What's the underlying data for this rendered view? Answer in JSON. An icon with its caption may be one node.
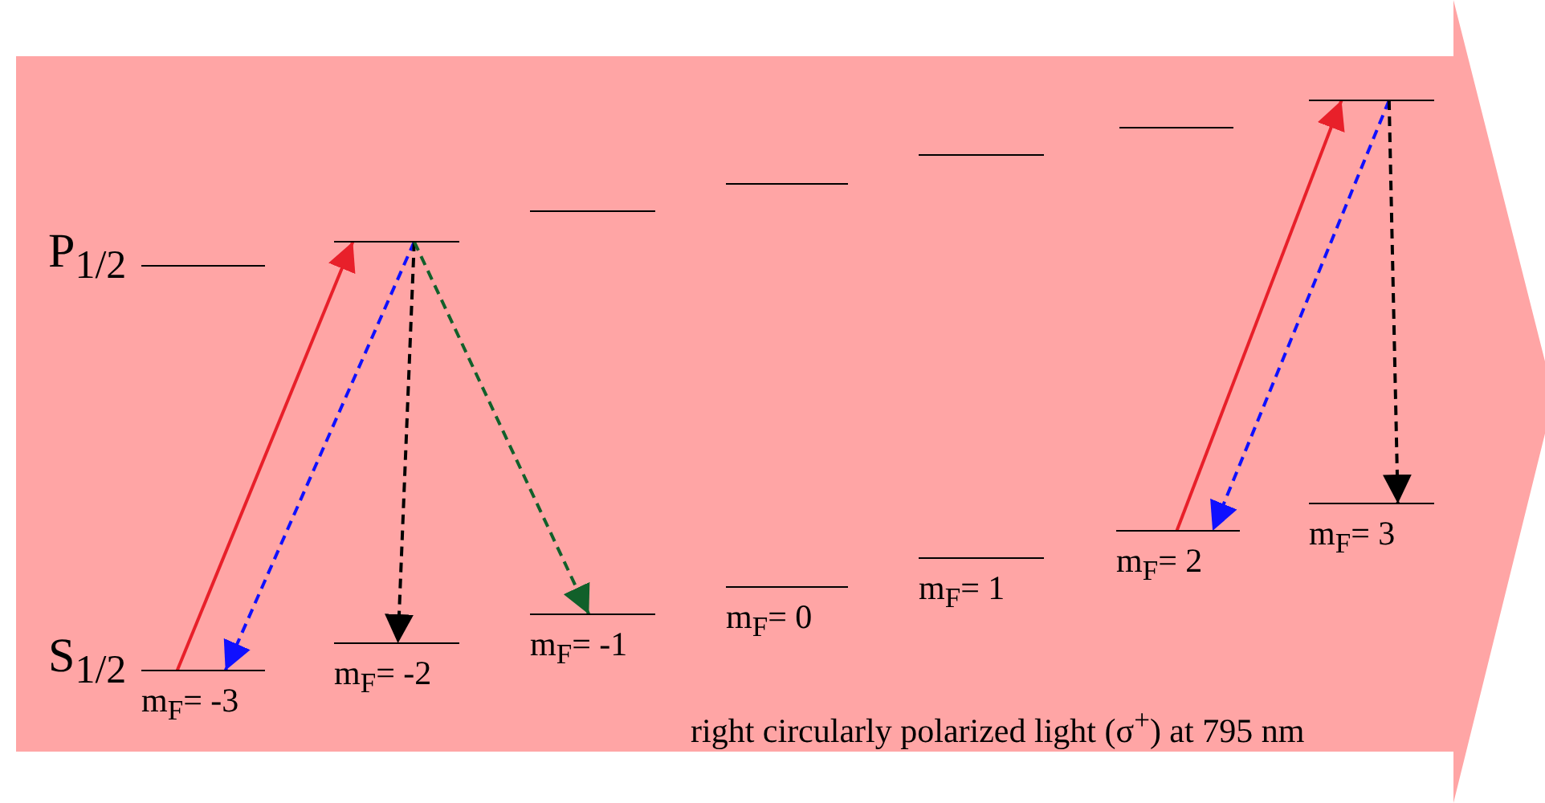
{
  "diagram": {
    "nodes": [
      {
        "text": [
          "right circularly polarized light (σ$^{+}$) at 795 nm"
        ]
      },
      {
        "text": [],
        "shape": "bar",
        "in": 0,
        "beside": [
          "P$_{1/2}$"
        ]
      },
      {
        "text": [],
        "shape": "bar",
        "in": 0
      },
      {
        "text": [],
        "shape": "bar",
        "in": 0
      },
      {
        "text": [],
        "shape": "bar",
        "in": 0
      },
      {
        "text": [],
        "shape": "bar",
        "in": 0
      },
      {
        "text": [],
        "shape": "bar",
        "in": 0
      },
      {
        "text": [],
        "shape": "bar",
        "in": 0
      },
      {
        "text": [
          "m$_{F}$= -3"
        ],
        "in": 0,
        "beside": [
          "S$_{1/2}$"
        ]
      },
      {
        "text": [
          "m$_{F}$= -2"
        ],
        "in": 0
      },
      {
        "text": [
          "m$_{F}$= -1"
        ],
        "in": 0
      },
      {
        "text": [
          "m$_{F}$= 0"
        ],
        "in": 0
      },
      {
        "text": [
          "m$_{F}$= 1"
        ],
        "in": 0
      },
      {
        "text": [
          "m$_{F}$= 2"
        ],
        "in": 0
      },
      {
        "text": [
          "m$_{F}$= 3"
        ],
        "in": 0
      }
    ],
    "edges": [
      {
        "from": 8,
        "to": 2,
        "arrow": "to",
        "color": "#e8202a"
      },
      {
        "from": 2,
        "to": 8,
        "arrow": "to",
        "style": "dashed",
        "color": "#1010ff"
      },
      {
        "from": 2,
        "to": 9,
        "arrow": "to",
        "style": "dashed",
        "color": "#000000"
      },
      {
        "from": 2,
        "to": 10,
        "arrow": "to",
        "style": "dashed",
        "color": "#11602a"
      },
      {
        "from": 13,
        "to": 7,
        "arrow": "to",
        "color": "#e8202a"
      },
      {
        "from": 7,
        "to": 13,
        "arrow": "to",
        "style": "dashed",
        "color": "#1010ff"
      },
      {
        "from": 7,
        "to": 14,
        "arrow": "to",
        "style": "dashed",
        "color": "#000000"
      }
    ]
  }
}
